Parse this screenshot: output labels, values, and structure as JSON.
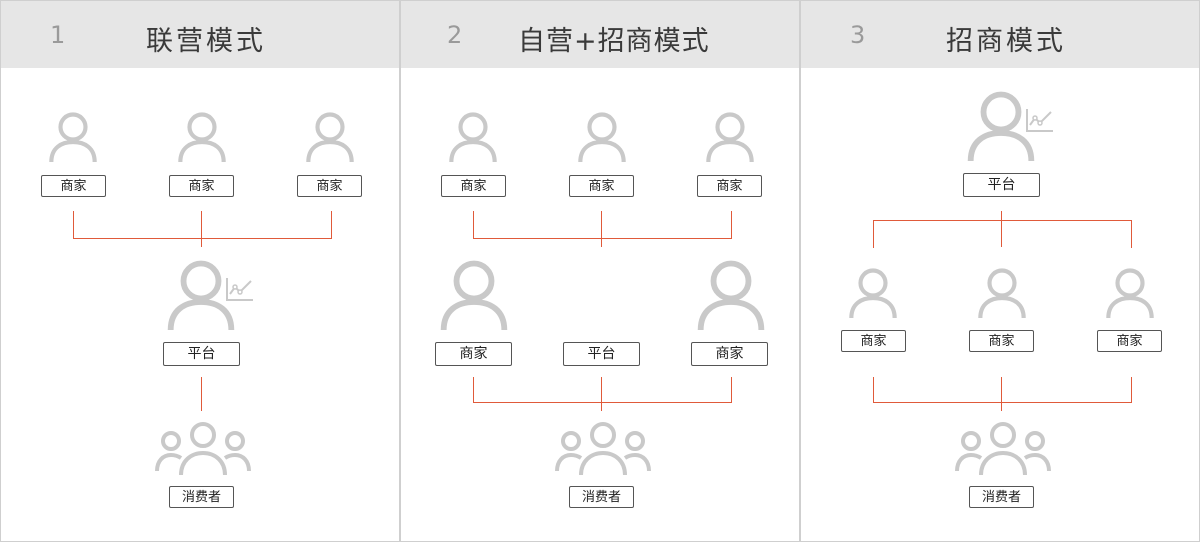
{
  "colors": {
    "connector": "#e05a3a",
    "icon": "#c9c9c9",
    "header_bg": "#e6e6e6"
  },
  "panels": [
    {
      "number": "1",
      "title": "联营模式",
      "merchant_top": [
        "商家",
        "商家",
        "商家"
      ],
      "platform": "平台",
      "consumer": "消费者"
    },
    {
      "number": "2",
      "title": "自营+招商模式",
      "merchant_top": [
        "商家",
        "商家",
        "商家"
      ],
      "middle": [
        "商家",
        "平台",
        "商家"
      ],
      "consumer": "消费者"
    },
    {
      "number": "3",
      "title": "招商模式",
      "platform": "平台",
      "merchants": [
        "商家",
        "商家",
        "商家"
      ],
      "consumer": "消费者"
    }
  ]
}
